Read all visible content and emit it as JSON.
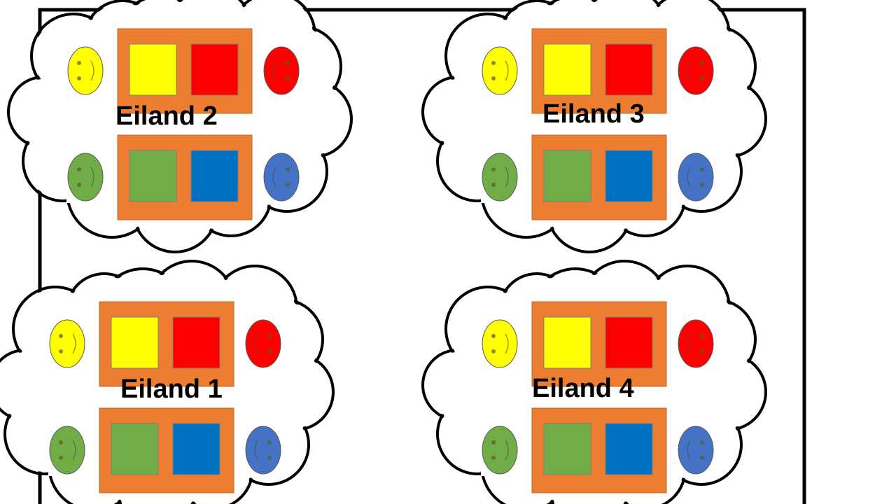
{
  "colors": {
    "frame": "#000000",
    "cloud_fill": "#ffffff",
    "cloud_stroke": "#000000",
    "table": "#ed7d31",
    "table_border": "#c0662a",
    "yellow": "#ffff00",
    "red": "#ff0000",
    "green": "#70ad47",
    "blue": "#0070c0",
    "face_blue": "#4472c4"
  },
  "islands": [
    {
      "label": "Eiland 2"
    },
    {
      "label": "Eiland 3"
    },
    {
      "label": "Eiland 1"
    },
    {
      "label": "Eiland 4"
    }
  ],
  "icons": {
    "face": "smiley-face-icon"
  }
}
